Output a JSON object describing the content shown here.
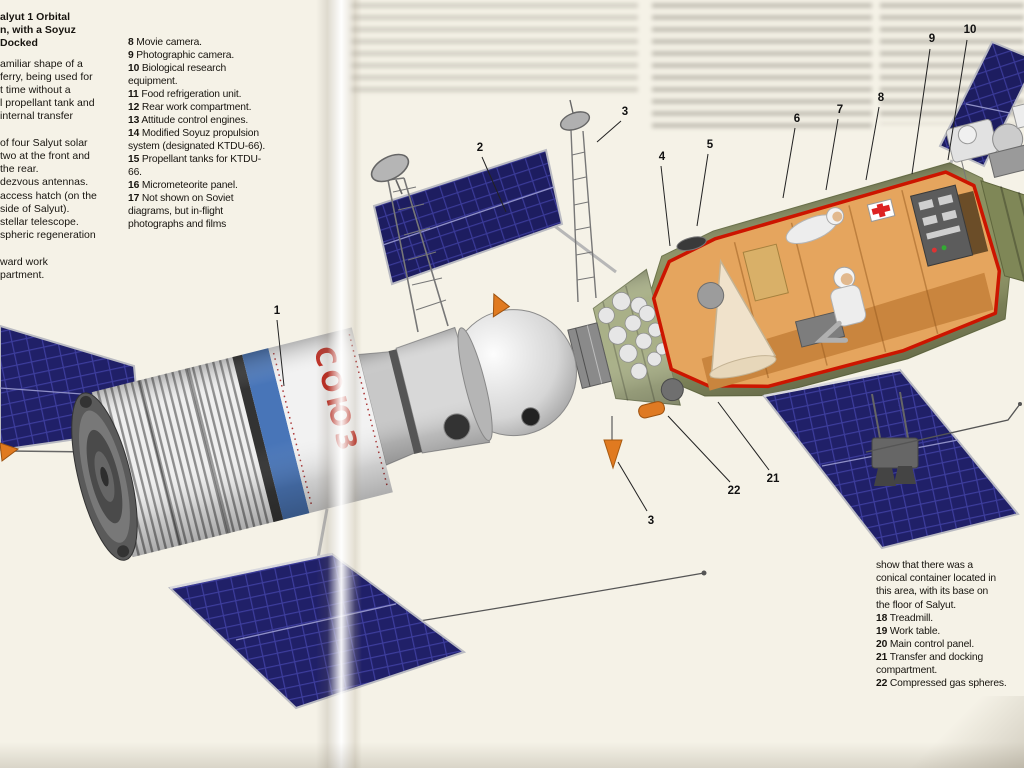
{
  "left_column": {
    "heading_lines": [
      "alyut 1 Orbital",
      "n, with a Soyuz",
      "Docked"
    ],
    "body_lines": [
      "amiliar shape of a",
      "ferry, being used for",
      "t time without a",
      "l propellant tank and",
      "internal transfer",
      "",
      "of four Salyut solar",
      "two at the front and",
      "the rear.",
      "dezvous antennas.",
      "access hatch (on the",
      "side of Salyut).",
      "stellar telescope.",
      "spheric regeneration",
      "",
      "ward work",
      "partment."
    ]
  },
  "mid_column": {
    "items": [
      {
        "num": "8",
        "text": "Movie camera."
      },
      {
        "num": "9",
        "text": "Photographic camera."
      },
      {
        "num": "10",
        "text": "Biological research equipment."
      },
      {
        "num": "11",
        "text": "Food refrigeration unit."
      },
      {
        "num": "12",
        "text": "Rear work compartment."
      },
      {
        "num": "13",
        "text": "Attitude control engines."
      },
      {
        "num": "14",
        "text": "Modified Soyuz propulsion system (designated KTDU-66)."
      },
      {
        "num": "15",
        "text": "Propellant tanks for KTDU-66."
      },
      {
        "num": "16",
        "text": "Micrometeorite panel."
      },
      {
        "num": "17",
        "text": "Not shown on Soviet diagrams, but in-flight photographs and films"
      }
    ]
  },
  "right_column": {
    "intro_lines": [
      "show that there was a",
      "conical container located in",
      "this area, with its base on",
      "the floor of Salyut."
    ],
    "items": [
      {
        "num": "18",
        "text": "Treadmill."
      },
      {
        "num": "19",
        "text": "Work table."
      },
      {
        "num": "20",
        "text": "Main control panel."
      },
      {
        "num": "21",
        "text": "Transfer and docking compartment."
      },
      {
        "num": "22",
        "text": "Compressed gas spheres."
      }
    ]
  },
  "callouts": [
    {
      "label": "1"
    },
    {
      "label": "2"
    },
    {
      "label": "3"
    },
    {
      "label": "4"
    },
    {
      "label": "5"
    },
    {
      "label": "6"
    },
    {
      "label": "7"
    },
    {
      "label": "8"
    },
    {
      "label": "9"
    },
    {
      "label": "10"
    },
    {
      "label": "21"
    },
    {
      "label": "22"
    },
    {
      "label": "3"
    }
  ],
  "illustration": {
    "marking": "СОЮЗ",
    "colors": {
      "page_cream": "#f5f2e7",
      "solar_panel_navy": "#202068",
      "salyut_green": "#8b9161",
      "interior_orange": "#e5a55e",
      "cutaway_red": "#cc1500",
      "marking_red": "#c0261c",
      "antenna_orange": "#e07a20"
    }
  }
}
